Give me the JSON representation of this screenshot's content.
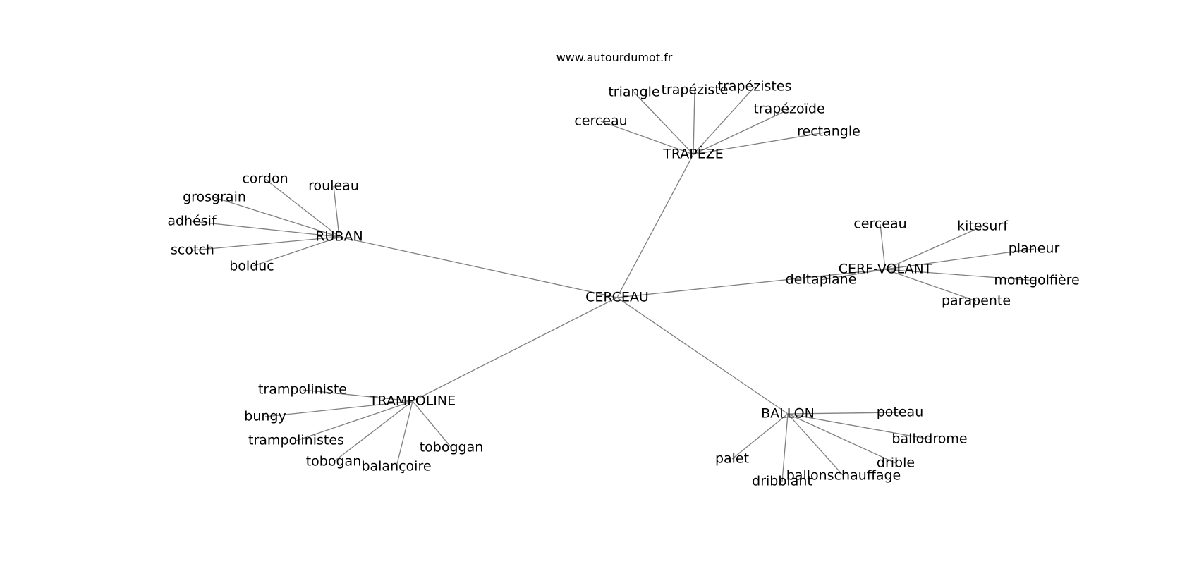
{
  "source": "www.autourdumot.fr",
  "graph": {
    "center": "CERCEAU",
    "hubs": [
      {
        "label": "TRAPÈZE",
        "words": [
          "triangle",
          "trapéziste",
          "trapézistes",
          "cerceau",
          "trapézoïde",
          "rectangle"
        ]
      },
      {
        "label": "RUBAN",
        "words": [
          "cordon",
          "rouleau",
          "grosgrain",
          "adhésif",
          "scotch",
          "bolduc"
        ]
      },
      {
        "label": "CERF-VOLANT",
        "words": [
          "cerceau",
          "kitesurf",
          "planeur",
          "deltaplane",
          "montgolfière",
          "parapente"
        ]
      },
      {
        "label": "TRAMPOLINE",
        "words": [
          "trampoliniste",
          "bungy",
          "trampolinistes",
          "tobogan",
          "balançoire",
          "toboggan"
        ]
      },
      {
        "label": "BALLON",
        "words": [
          "poteau",
          "ballodrome",
          "palet",
          "drible",
          "ballonschauffage",
          "dribblant"
        ]
      }
    ]
  }
}
